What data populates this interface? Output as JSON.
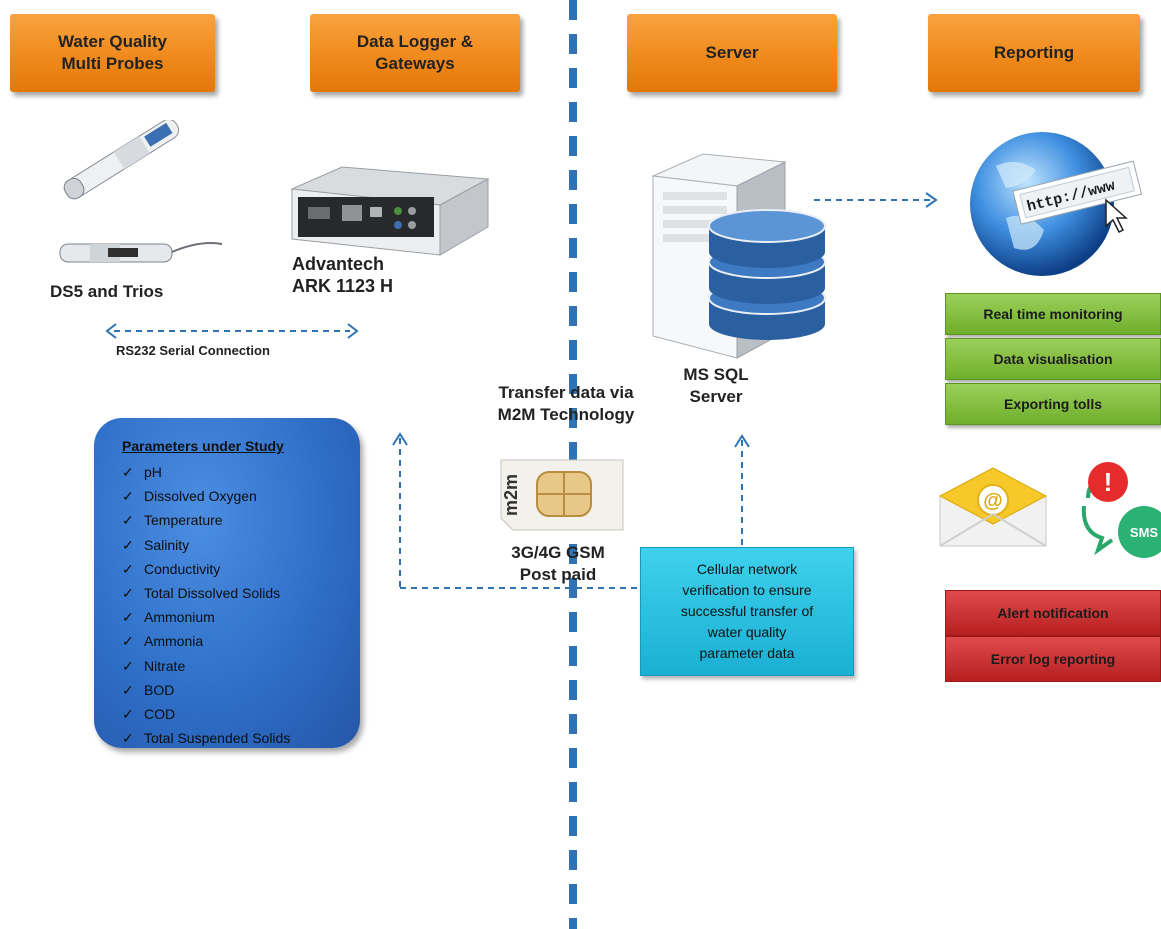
{
  "headers": {
    "probes": "Water Quality\nMulti Probes",
    "logger": "Data Logger &\nGateways",
    "server": "Server",
    "reporting": "Reporting"
  },
  "probe_caption": "DS5 and Trios",
  "logger_caption": "Advantech\nARK 1123 H",
  "serial_label": "RS232 Serial Connection",
  "transfer_label": "Transfer data via\nM2M Technology",
  "gsm_label": "3G/4G GSM\nPost paid",
  "sim_text": "m2m",
  "server_caption": "MS SQL\nServer",
  "globe_text": "http://www",
  "reporting_features": [
    "Real time monitoring",
    "Data visualisation",
    "Exporting tolls"
  ],
  "alerts": [
    "Alert notification",
    "Error log reporting"
  ],
  "sms_text": "SMS",
  "parameters": {
    "title": "Parameters under Study",
    "items": [
      "pH",
      "Dissolved Oxygen",
      "Temperature",
      "Salinity",
      "Conductivity",
      "Total Dissolved Solids",
      "Ammonium",
      "Ammonia",
      "Nitrate",
      "BOD",
      "COD",
      "Total Suspended Solids"
    ]
  },
  "cellular_note": "Cellular network\nverification to ensure\nsuccessful transfer of\nwater quality\nparameter data",
  "colors": {
    "header_orange": "#f08a1c",
    "feature_green": "#7cbb3a",
    "alert_red": "#c92c2c",
    "params_blue": "#2f6fc8",
    "note_cyan": "#2cc4e4",
    "connector_blue": "#2e74b5"
  }
}
